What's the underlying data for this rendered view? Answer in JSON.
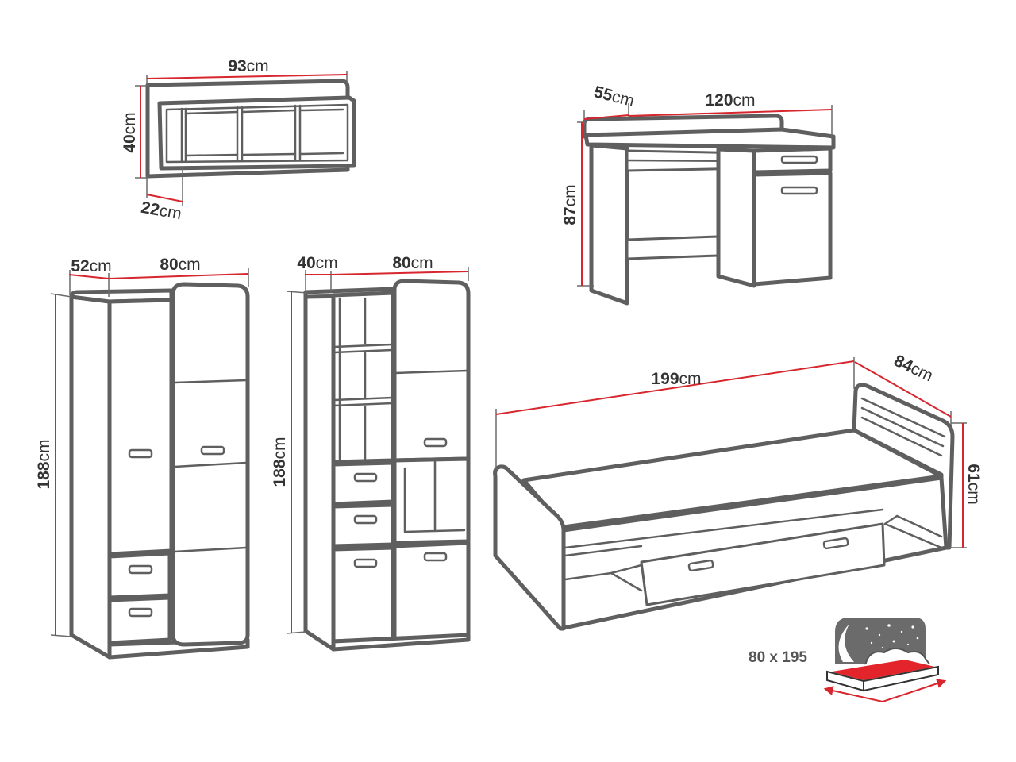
{
  "colors": {
    "outline": "#5f5f5f",
    "dimension": "#d7262e",
    "text": "#333333",
    "mattress": "#e3242b",
    "night": "#6b6b6b"
  },
  "wall_shelf": {
    "width": {
      "value": "93",
      "unit": "cm"
    },
    "height": {
      "value": "40",
      "unit": "cm"
    },
    "depth": {
      "value": "22",
      "unit": "cm"
    }
  },
  "desk": {
    "depth": {
      "value": "55",
      "unit": "cm"
    },
    "width": {
      "value": "120",
      "unit": "cm"
    },
    "height": {
      "value": "87",
      "unit": "cm"
    }
  },
  "wardrobe": {
    "depth": {
      "value": "52",
      "unit": "cm"
    },
    "width": {
      "value": "80",
      "unit": "cm"
    },
    "height": {
      "value": "188",
      "unit": "cm"
    }
  },
  "bookcase": {
    "depth": {
      "value": "40",
      "unit": "cm"
    },
    "width": {
      "value": "80",
      "unit": "cm"
    },
    "height": {
      "value": "188",
      "unit": "cm"
    }
  },
  "bed": {
    "length": {
      "value": "199",
      "unit": "cm"
    },
    "width": {
      "value": "84",
      "unit": "cm"
    },
    "height": {
      "value": "61",
      "unit": "cm"
    }
  },
  "mattress": {
    "size_label": "80 x 195",
    "icon": "mattress-night-icon"
  }
}
